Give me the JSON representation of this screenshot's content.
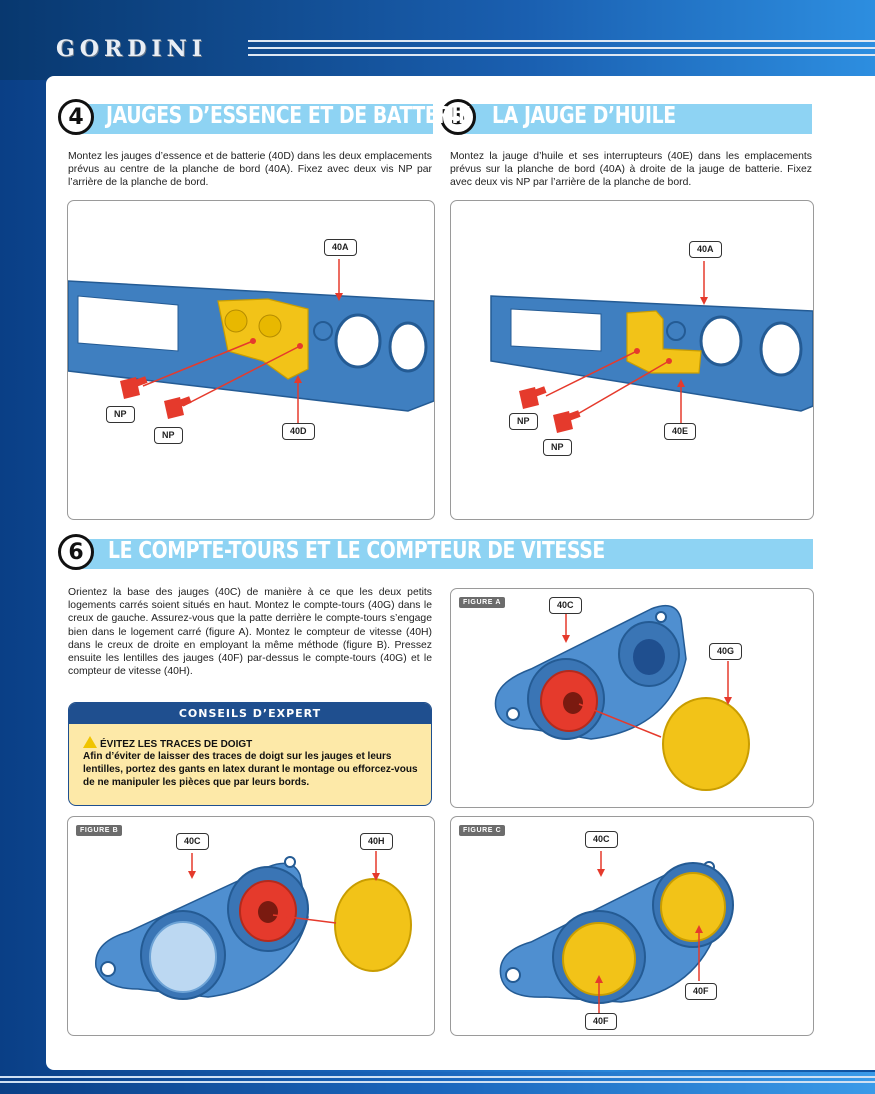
{
  "header": {
    "logo": "GORDINI"
  },
  "sections": {
    "s4": {
      "number": "4",
      "title": "JAUGES D’ESSENCE ET DE BATTERIE",
      "text": "Montez les jauges d’essence et de batterie (40D) dans les deux emplacements prévus au centre de la planche de bord (40A). Fixez avec deux vis NP par l’arrière de la planche de bord.",
      "labels": {
        "a": "40A",
        "np1": "NP",
        "np2": "NP",
        "d": "40D"
      }
    },
    "s5": {
      "number": "5",
      "title": "LA JAUGE D’HUILE",
      "text": "Montez la jauge d’huile et ses interrupteurs (40E) dans les emplacements prévus sur la planche de bord (40A) à droite de la jauge de batterie. Fixez avec deux vis NP par l’arrière de la planche de bord.",
      "labels": {
        "a": "40A",
        "np1": "NP",
        "np2": "NP",
        "e": "40E"
      }
    },
    "s6": {
      "number": "6",
      "title": "LE COMPTE-TOURS ET LE COMPTEUR DE VITESSE",
      "text": "Orientez la base des jauges (40C) de manière à ce que les deux petits logements carrés soient situés en haut. Montez le compte-tours (40G) dans le creux de gauche. Assurez-vous que la patte derrière le compte-tours s’engage bien dans le logement carré (figure A). Montez le compteur de vitesse (40H) dans le creux de droite en employant la même méthode (figure B). Pressez ensuite les lentilles des jauges (40F) par-dessus le compte-tours (40G) et le compteur de vitesse (40H)."
    }
  },
  "tip": {
    "heading": "CONSEILS D’EXPERT",
    "subtitle": "ÉVITEZ LES TRACES DE DOIGT",
    "body": "Afin d’éviter de laisser des traces de doigt sur les jauges et leurs lentilles, portez des gants en latex durant le montage ou efforcez-vous de ne manipuler les pièces que par leurs bords.",
    "icon": "warning-icon"
  },
  "figures": {
    "a": {
      "label": "FIGURE A",
      "c": "40C",
      "g": "40G"
    },
    "b": {
      "label": "FIGURE B",
      "c": "40C",
      "h": "40H"
    },
    "c": {
      "label": "FIGURE C",
      "c": "40C",
      "f1": "40F",
      "f2": "40F"
    }
  },
  "colors": {
    "part_blue": "#3f7fc0",
    "part_red": "#e53a2c",
    "part_yellow": "#f2c318",
    "band": "#8ed3f3",
    "tip_bg": "#fde9a8",
    "tip_head": "#1f4f8f"
  }
}
